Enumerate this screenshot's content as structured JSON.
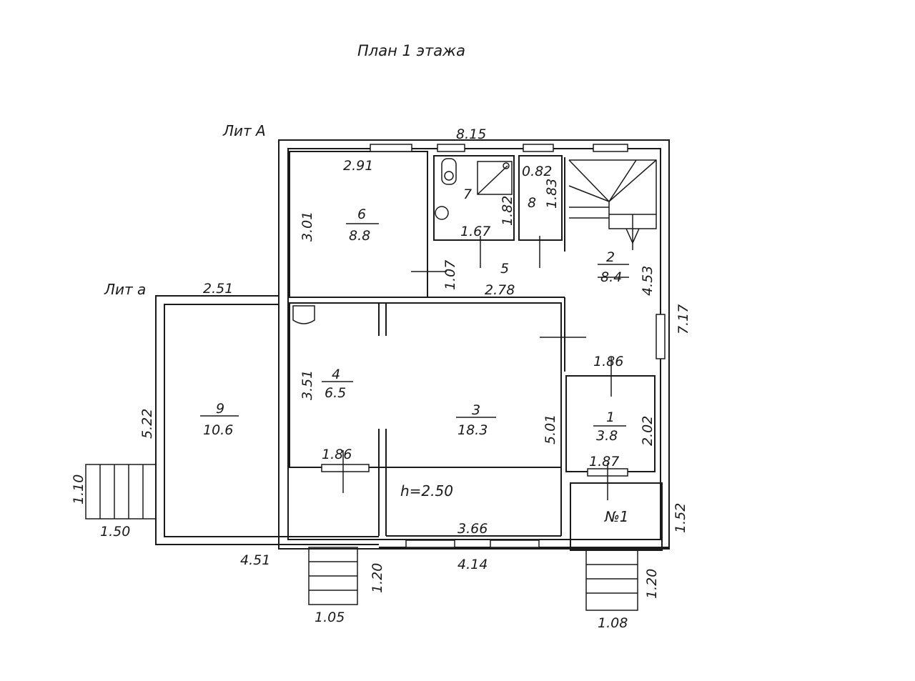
{
  "title": "План 1 этажа",
  "labels": {
    "lit_a_upper": "Лит А",
    "lit_a_lower": "Лит а",
    "height": "h=2.50",
    "porch": "№1"
  },
  "rooms": {
    "r1": {
      "num": "1",
      "area": "3.8"
    },
    "r2": {
      "num": "2",
      "area": "8.4"
    },
    "r3": {
      "num": "3",
      "area": "18.3"
    },
    "r4": {
      "num": "4",
      "area": "6.5"
    },
    "r5": {
      "num": "5"
    },
    "r6": {
      "num": "6",
      "area": "8.8"
    },
    "r7": {
      "num": "7"
    },
    "r8": {
      "num": "8"
    },
    "r9": {
      "num": "9",
      "area": "10.6"
    }
  },
  "dims": {
    "top_total": "8.15",
    "r6_width": "2.91",
    "r6_height": "3.01",
    "r8_width": "0.82",
    "r8_height": "1.83",
    "r7_height": "1.82",
    "r7_width": "1.67",
    "corr_height": "1.07",
    "corr_width": "2.78",
    "r2_height": "4.53",
    "right_total": "7.17",
    "r2_bottom": "1.86",
    "r1_height": "2.02",
    "r1_width": "1.87",
    "porch_height": "1.52",
    "r4_height": "3.51",
    "r4_width": "1.86",
    "r3_height": "5.01",
    "r3_width": "3.66",
    "bottom_main": "4.14",
    "r9_top": "2.51",
    "r9_height": "5.22",
    "r9_bottom": "4.51",
    "stair_left_h": "1.10",
    "stair_left_w": "1.50",
    "stair_mid_h": "1.20",
    "stair_mid_w": "1.05",
    "stair_right_h": "1.20",
    "stair_right_w": "1.08"
  }
}
